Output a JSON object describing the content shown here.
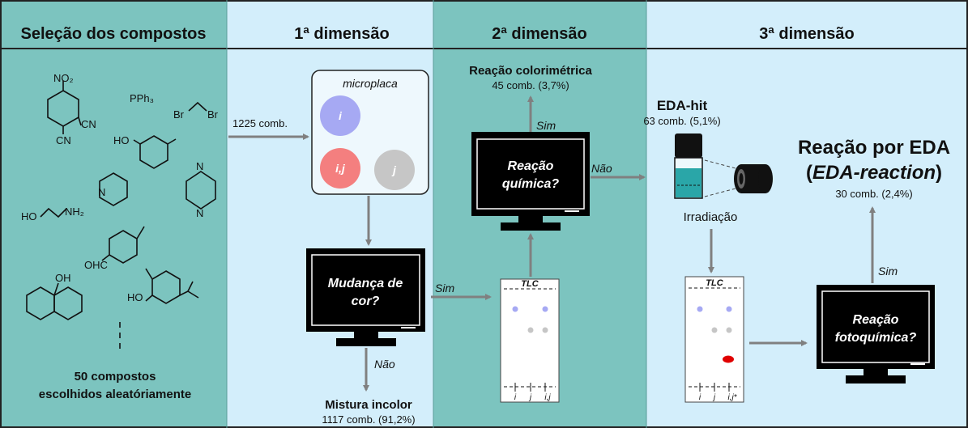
{
  "headers": {
    "col1": "Seleção dos compostos",
    "col2": "1ª dimensão",
    "col3": "2ª dimensão",
    "col4": "3ª dimensão"
  },
  "compounds": {
    "no2": "NO₂",
    "cn1": "CN",
    "cn2": "CN",
    "pph3": "PPh₃",
    "br1": "Br",
    "br2": "Br",
    "ho1": "HO",
    "n_pyr": "N",
    "n_pip1": "N",
    "n_pip2": "N",
    "ho2": "HO",
    "nh2": "NH₂",
    "ohc": "OHC",
    "oh_naph": "OH",
    "ho3": "HO",
    "footer_line1": "50 compostos",
    "footer_line2": "escolhidos aleatóriamente"
  },
  "dim1": {
    "combos": "1225 comb.",
    "microplate_title": "microplaca",
    "well_i": "i",
    "well_ij": "i,j",
    "well_j": "j",
    "monitor_line1": "Mudança de",
    "monitor_line2": "cor?",
    "no_label": "Não",
    "result_title": "Mistura incolor",
    "result_count": "1117 comb. (91,2%)",
    "sim_label": "Sim"
  },
  "dim2": {
    "result_title": "Reação colorimétrica",
    "result_count": "45 comb. (3,7%)",
    "sim_label": "Sim",
    "monitor_line1": "Reação",
    "monitor_line2": "química?",
    "no_label": "Não",
    "tlc_title": "TLC",
    "lane_i": "i",
    "lane_j": "j",
    "lane_ij": "i,j"
  },
  "dim3": {
    "eda_hit": "EDA-hit",
    "eda_count": "63 comb. (5,1%)",
    "irradiation": "Irradiação",
    "tlc_title": "TLC",
    "lane_i": "i",
    "lane_j": "j",
    "lane_ij": "i,j*",
    "monitor_line1": "Reação",
    "monitor_line2": "fotoquímica?",
    "sim_label": "Sim",
    "final_line1": "Reação por EDA",
    "final_open": "(",
    "final_italic": "EDA-reaction",
    "final_close": ")",
    "final_count": "30 comb. (2,4%)"
  },
  "colors": {
    "teal": "#7cc4bf",
    "light_blue": "#d3eefb",
    "well_i": "#a6a9f3",
    "well_ij": "#f47f7f",
    "well_j": "#c6c6c6",
    "spot_red": "#e00000",
    "vial_liquid": "#2aa6a8",
    "arrow": "#808080"
  }
}
